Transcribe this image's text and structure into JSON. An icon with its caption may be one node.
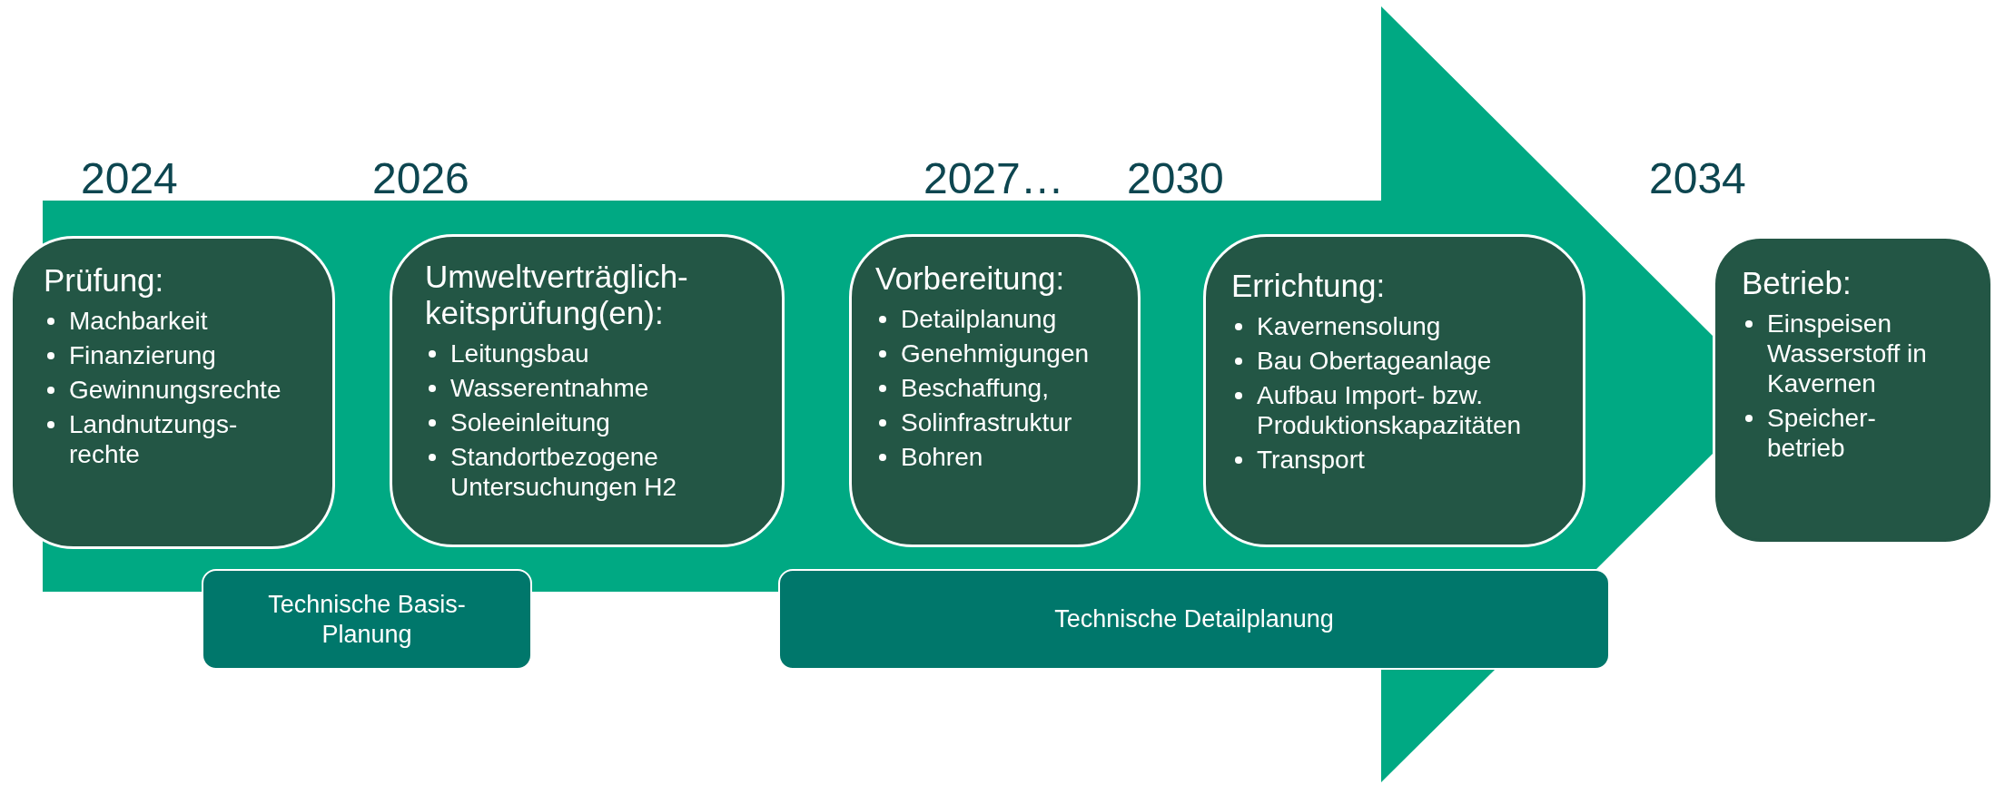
{
  "diagram": {
    "nodes": [
      {
        "text": [
          "Prüfung:",
          "Machbarkeit",
          "Finanzierung",
          "Gewinnungsrechte",
          "Landnutzungs- rechte"
        ]
      },
      {
        "text": [
          "Umweltverträglich- keitsprüfung(en):",
          "Leitungsbau",
          "Wasserentnahme",
          "Soleeinleitung",
          "Standortbezogene Untersuchungen H2"
        ]
      },
      {
        "text": [
          "Vorbereitung:",
          "Detailplanung",
          "Genehmigungen",
          "Beschaffung,",
          "Solinfrastruktur",
          "Bohren"
        ]
      },
      {
        "text": [
          "Errichtung:",
          "Kavernensolung",
          "Bau Obertageanlage",
          "Aufbau Import- bzw. Produktionskapazitäten",
          "Transport"
        ]
      },
      {
        "text": [
          "Betrieb:",
          "Einspeisen Wasserstoff in Kavernen",
          "Speicher- betrieb"
        ]
      },
      {
        "text": [
          "Technische Basis- Planung"
        ]
      },
      {
        "text": [
          "Technische Detailplanung"
        ]
      }
    ],
    "labels": [
      "2024",
      "2026",
      "2027…",
      "2030",
      "2034"
    ]
  }
}
